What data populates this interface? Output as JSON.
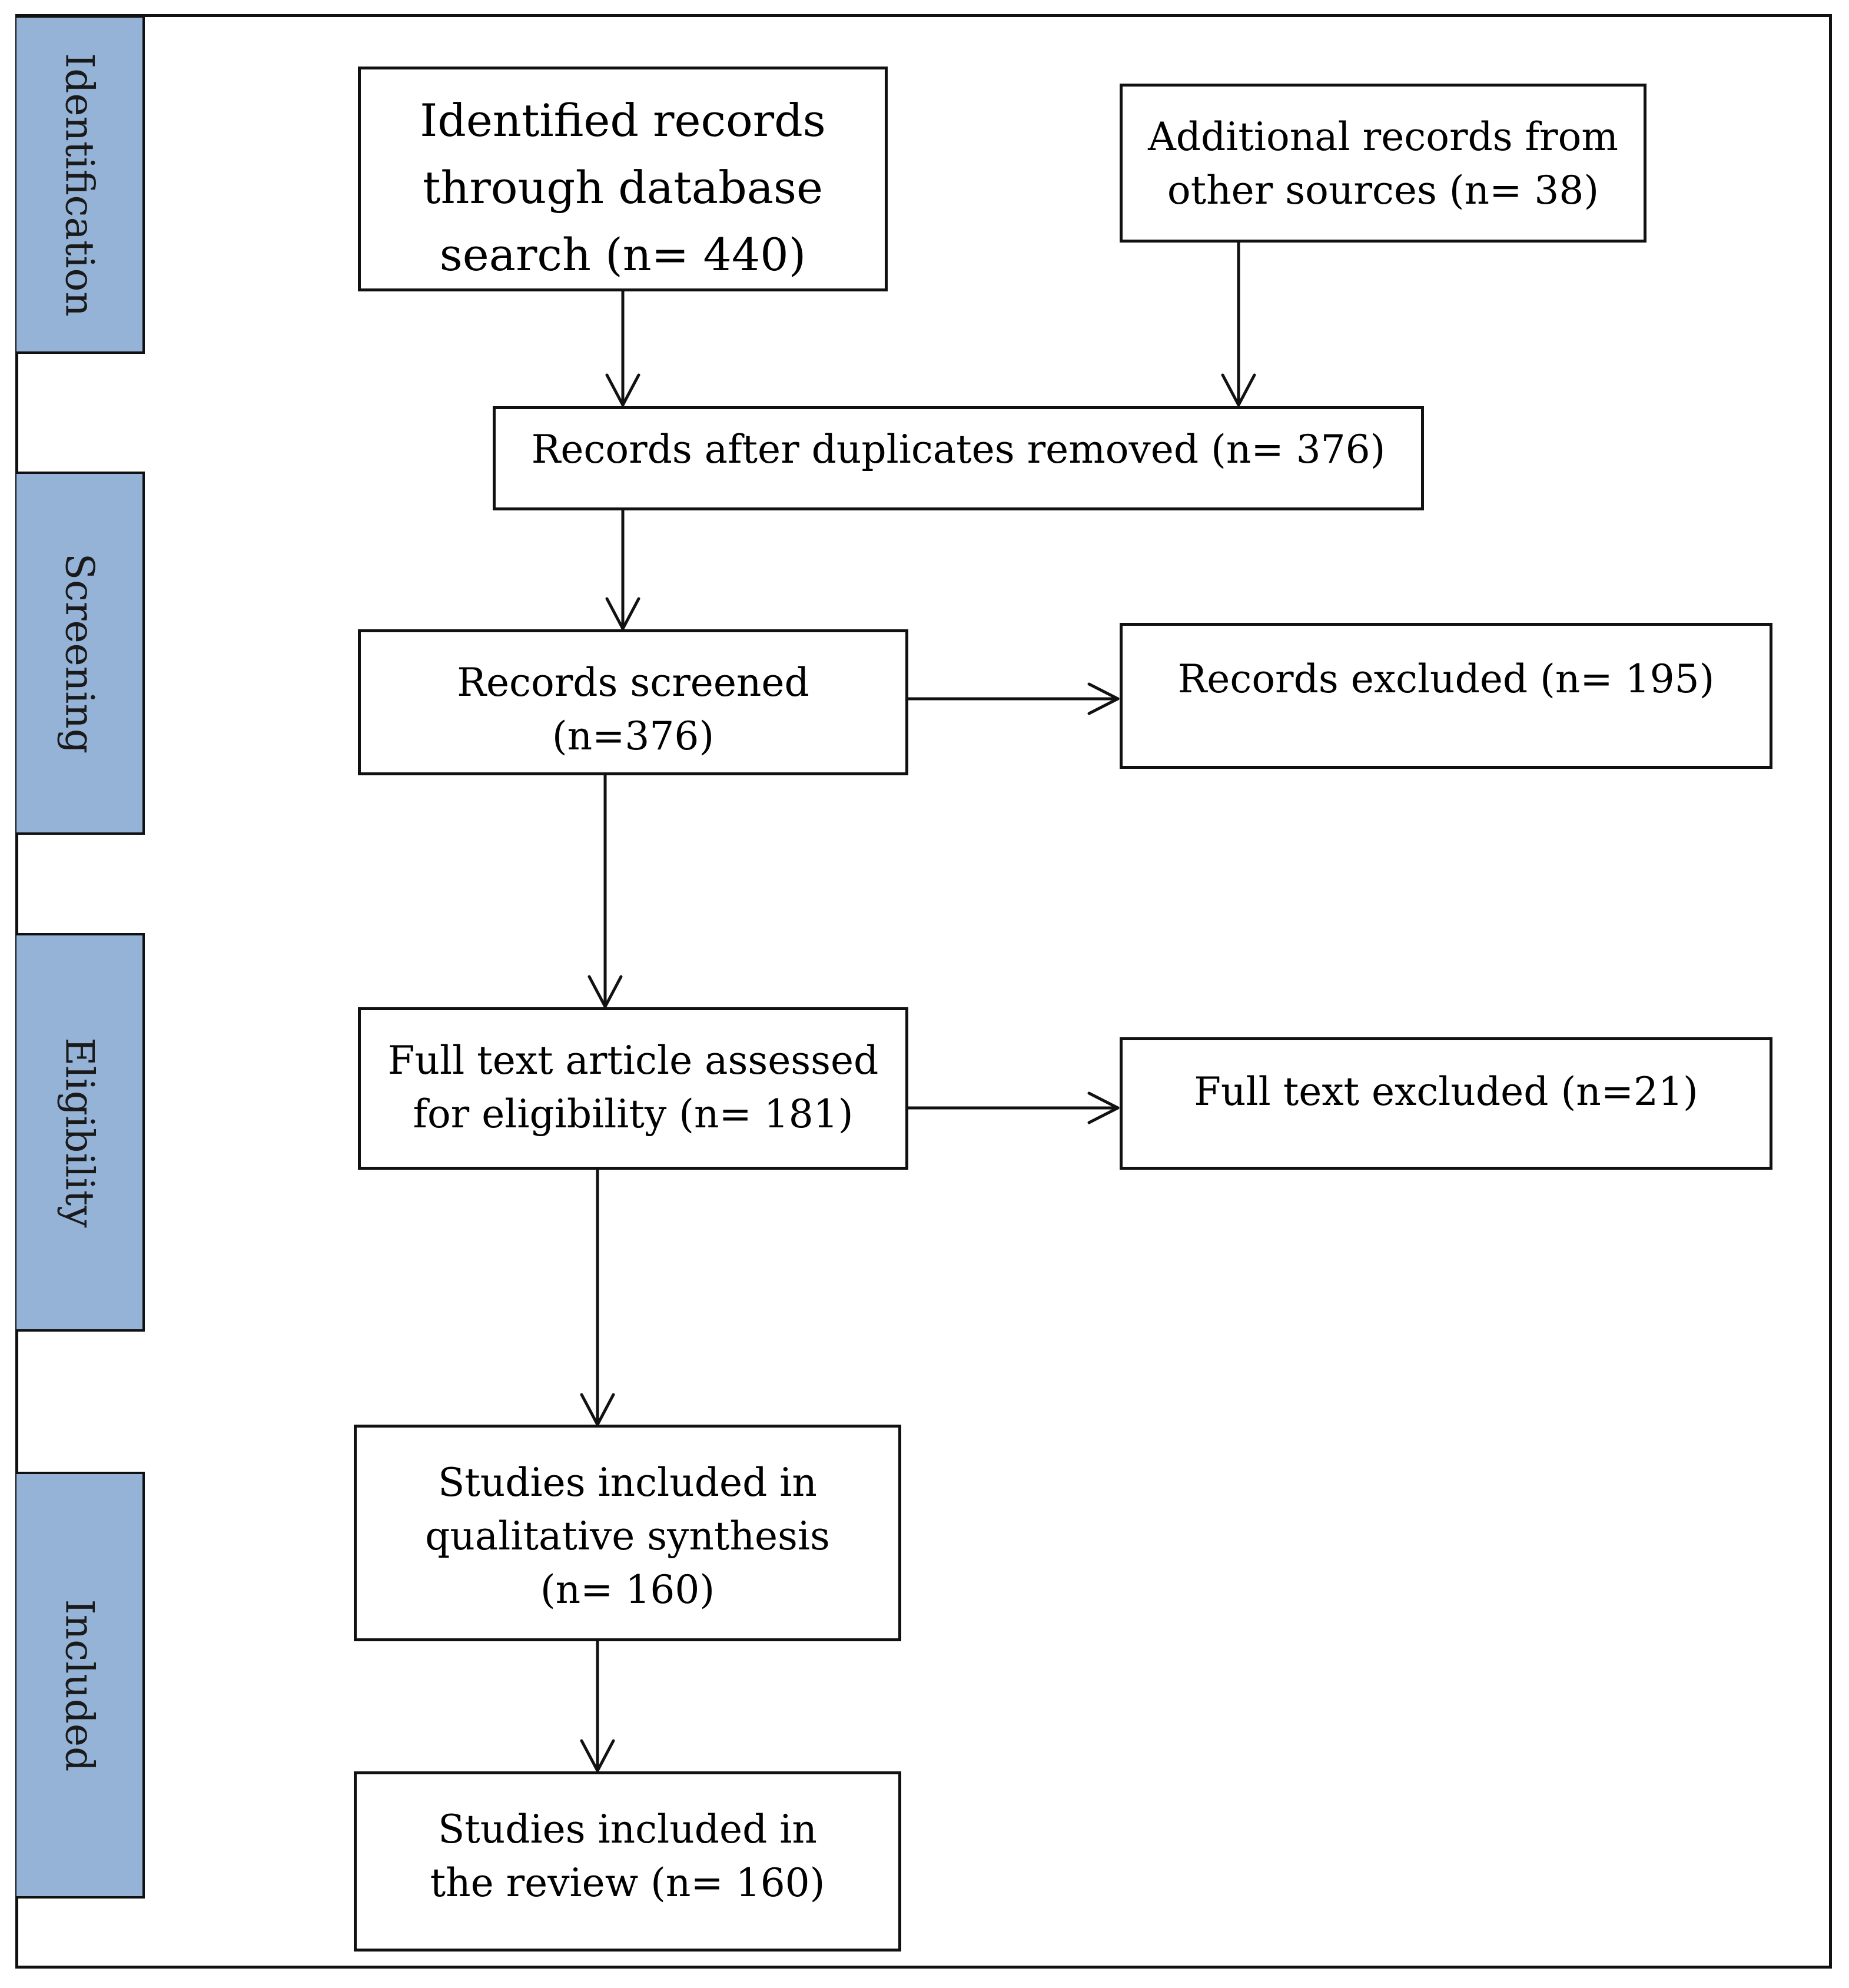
{
  "stages": {
    "identification": "Identification",
    "screening": "Screening",
    "eligibility": "Eligibility",
    "included": "Included"
  },
  "boxes": {
    "database_search": "Identified records through database search (n= 440)",
    "other_sources": "Additional records from other sources (n= 38)",
    "duplicates_removed": "Records after duplicates removed (n= 376)",
    "screened": "Records screened (n=376)",
    "excluded": "Records excluded (n= 195)",
    "full_text_assessed": "Full text article assessed for eligibility (n= 181)",
    "full_text_excluded": "Full text excluded (n=21)",
    "qualitative_synthesis": "Studies included in qualitative synthesis (n= 160)",
    "included_review": "Studies included in the review (n= 160)"
  },
  "colors": {
    "stage_fill": "#95b3d7",
    "line": "#111111"
  }
}
